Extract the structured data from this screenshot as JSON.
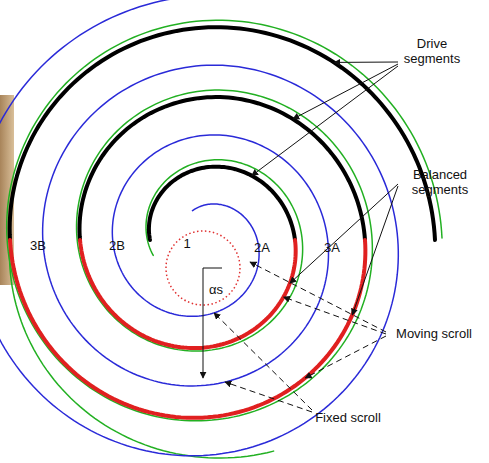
{
  "diagram": {
    "labels": [
      "Drive segments",
      "Balanced segments",
      "Moving scroll",
      "Fixed scroll",
      "3B",
      "2B",
      "1",
      "2A",
      "3A",
      "αs"
    ]
  }
}
